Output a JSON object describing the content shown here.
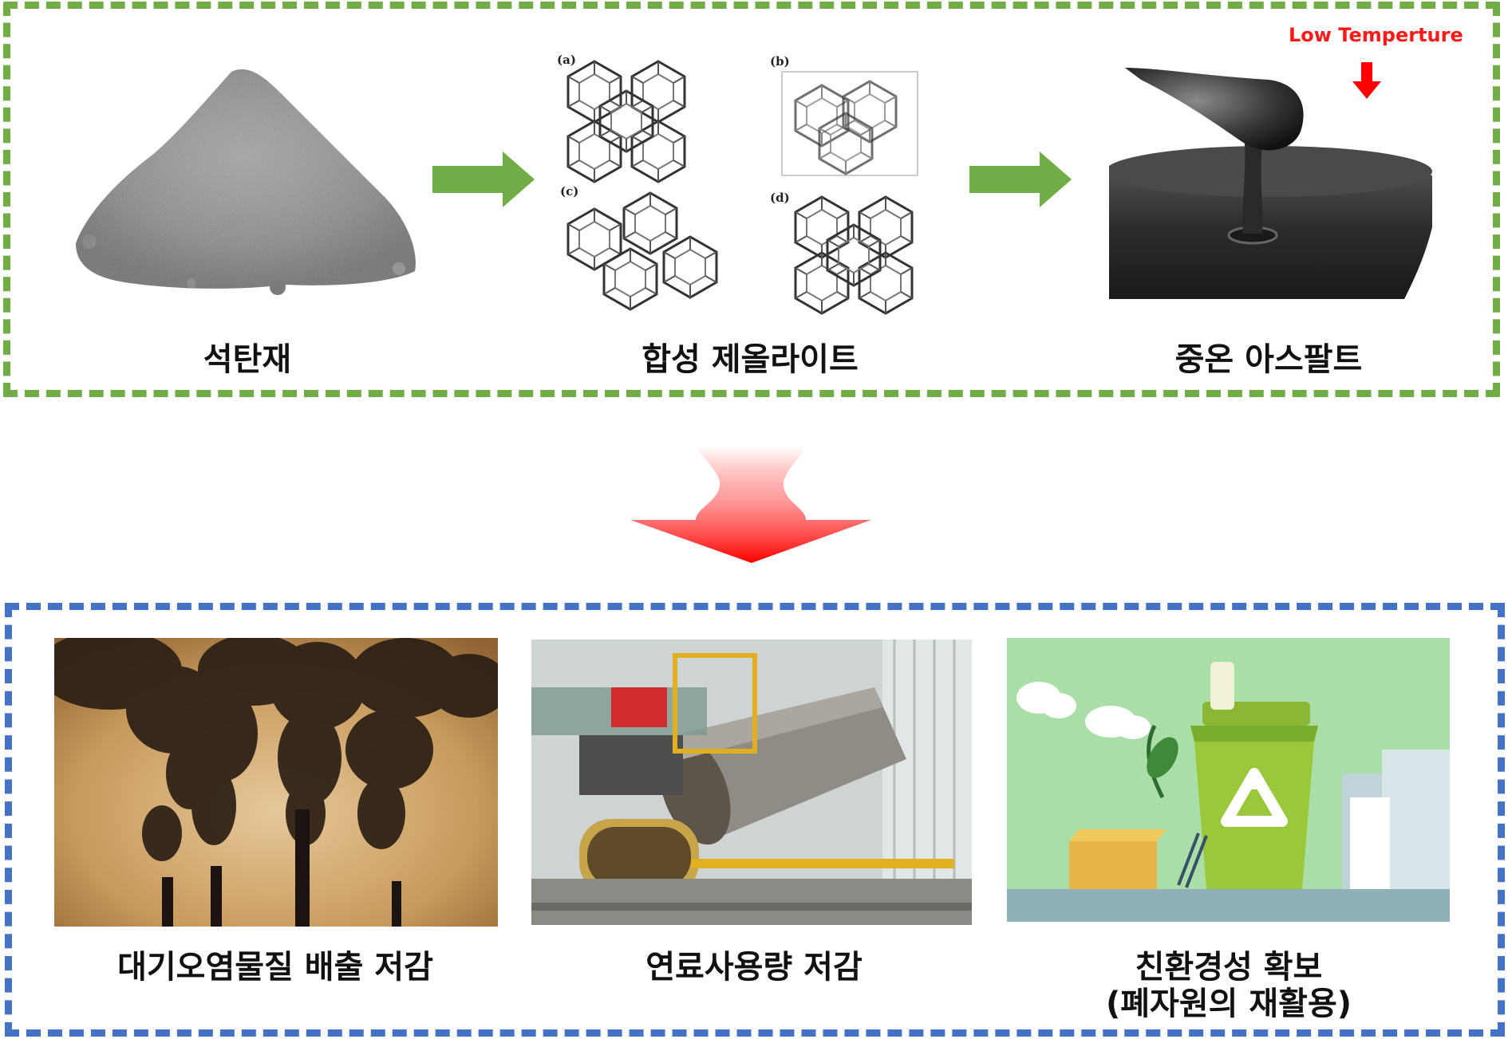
{
  "top_row": {
    "items": [
      {
        "label": "석탄재"
      },
      {
        "label": "합성 제올라이트"
      },
      {
        "label": "중온 아스팔트"
      }
    ],
    "annotation": "Low Temperture",
    "zeolite_panels": [
      "(a)",
      "(b)",
      "(c)",
      "(d)"
    ]
  },
  "bottom_row": {
    "items": [
      {
        "label": "대기오염물질 배출 저감"
      },
      {
        "label": "연료사용량 저감"
      },
      {
        "label_line1": "친환경성 확보",
        "label_line2": "(폐자원의 재활용)"
      }
    ]
  },
  "colors": {
    "top_border": "#70ad47",
    "bottom_border": "#4472c4",
    "green_arrow": "#70ad47",
    "red_arrow": "#ff0000"
  },
  "icons": [
    "green-right-arrow-icon",
    "red-down-arrow-icon",
    "recycle-icon"
  ]
}
